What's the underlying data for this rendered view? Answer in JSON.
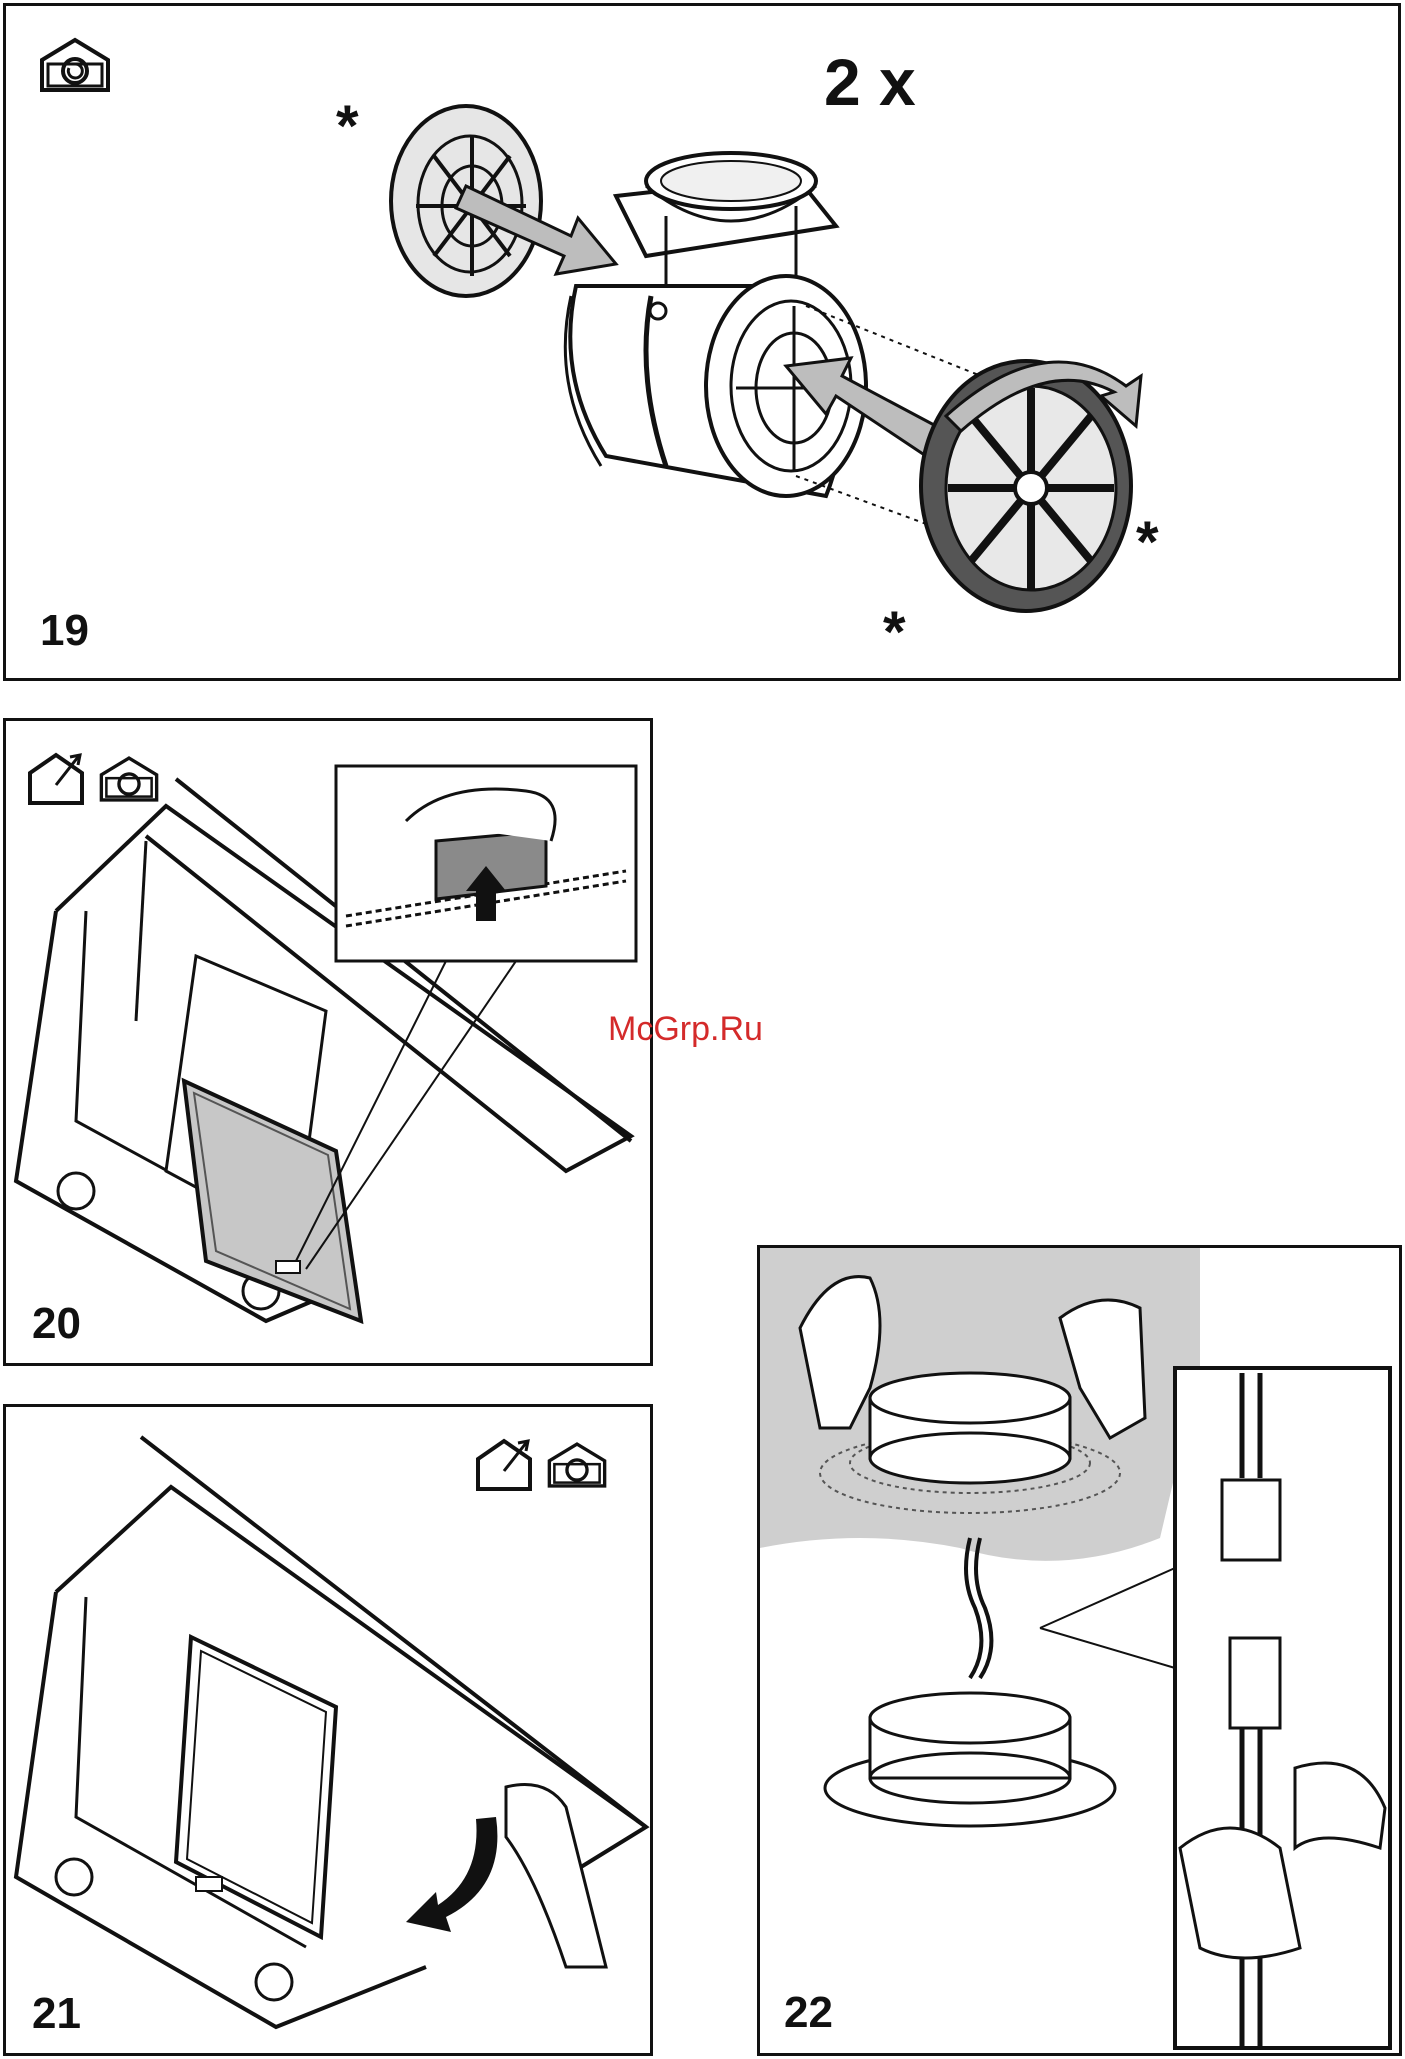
{
  "watermark": "McGrp.Ru",
  "icons": {
    "recirculation": "house-recirculation-icon",
    "extraction": "house-extraction-icon"
  },
  "figures": [
    {
      "number": "19",
      "multiplier": "2 x",
      "marker": "*"
    },
    {
      "number": "20"
    },
    {
      "number": "21"
    },
    {
      "number": "22"
    }
  ]
}
